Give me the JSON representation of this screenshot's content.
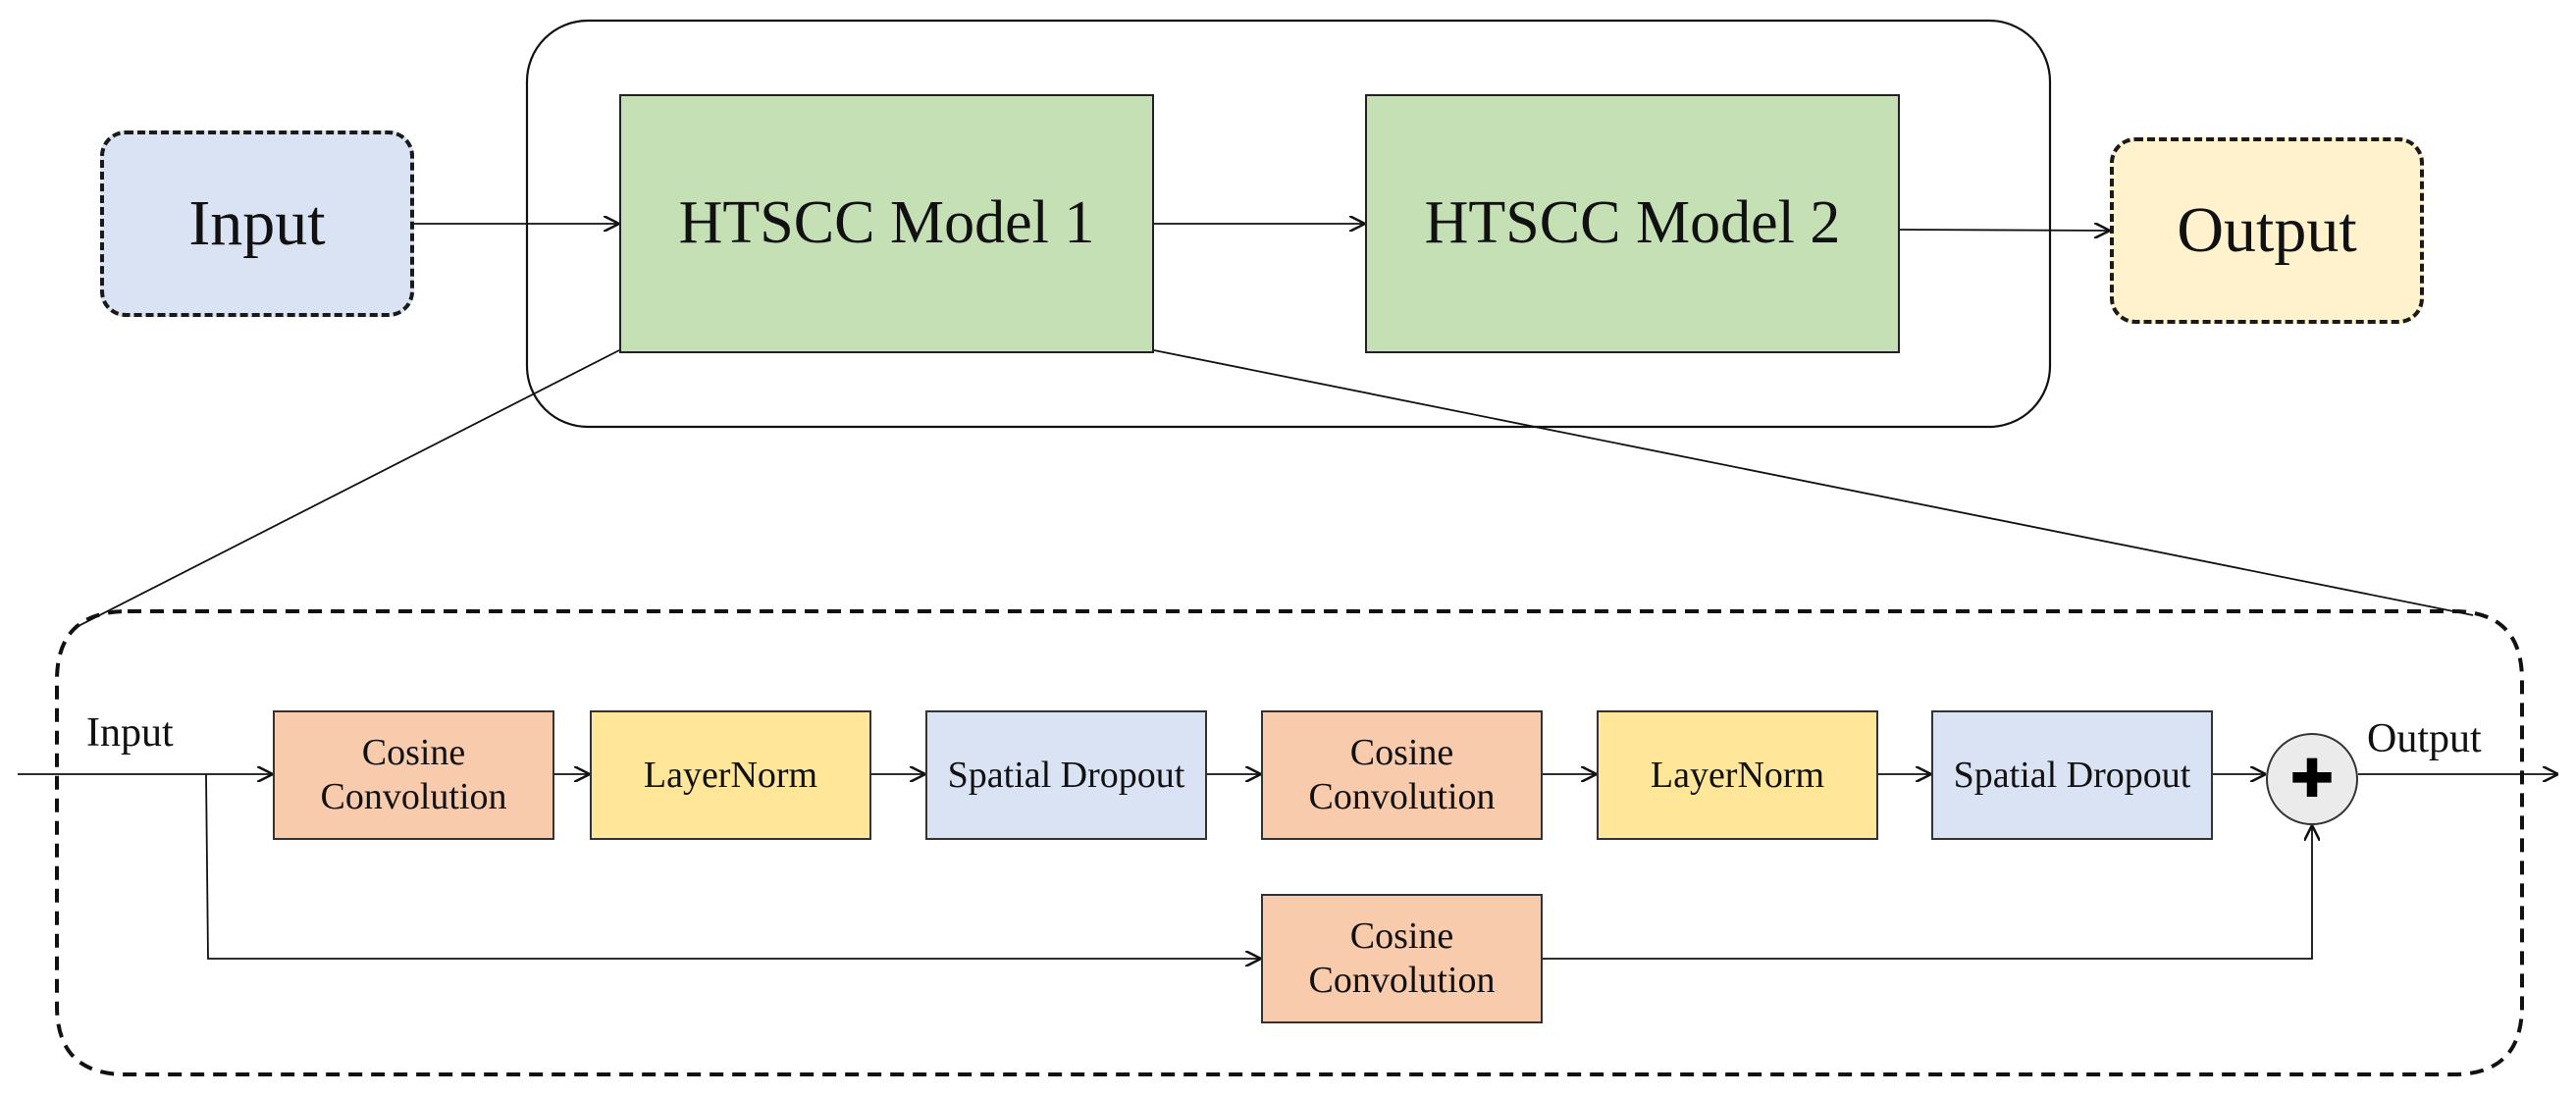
{
  "top_row": {
    "input": {
      "label": "Input",
      "fill": "#dae3f3"
    },
    "model_1": {
      "label": "HTSCC Model 1",
      "fill": "#c5e0b4"
    },
    "model_2": {
      "label": "HTSCC Model 2",
      "fill": "#c5e0b4"
    },
    "output": {
      "label": "Output",
      "fill": "#fff2cc"
    }
  },
  "detail": {
    "input_label": "Input",
    "output_label": "Output",
    "blocks": [
      {
        "id": "cos1",
        "label": "Cosine Convolution",
        "fill": "#f8cbad"
      },
      {
        "id": "ln1",
        "label": "LayerNorm",
        "fill": "#ffe699"
      },
      {
        "id": "sd1",
        "label": "Spatial Dropout",
        "fill": "#dae3f3"
      },
      {
        "id": "cos2",
        "label": "Cosine Convolution",
        "fill": "#f8cbad"
      },
      {
        "id": "ln2",
        "label": "LayerNorm",
        "fill": "#ffe699"
      },
      {
        "id": "sd2",
        "label": "Spatial Dropout",
        "fill": "#dae3f3"
      },
      {
        "id": "cos3",
        "label": "Cosine Convolution",
        "fill": "#f8cbad"
      }
    ],
    "adder": {
      "symbol": "plus-icon",
      "glyph": "✚"
    }
  }
}
